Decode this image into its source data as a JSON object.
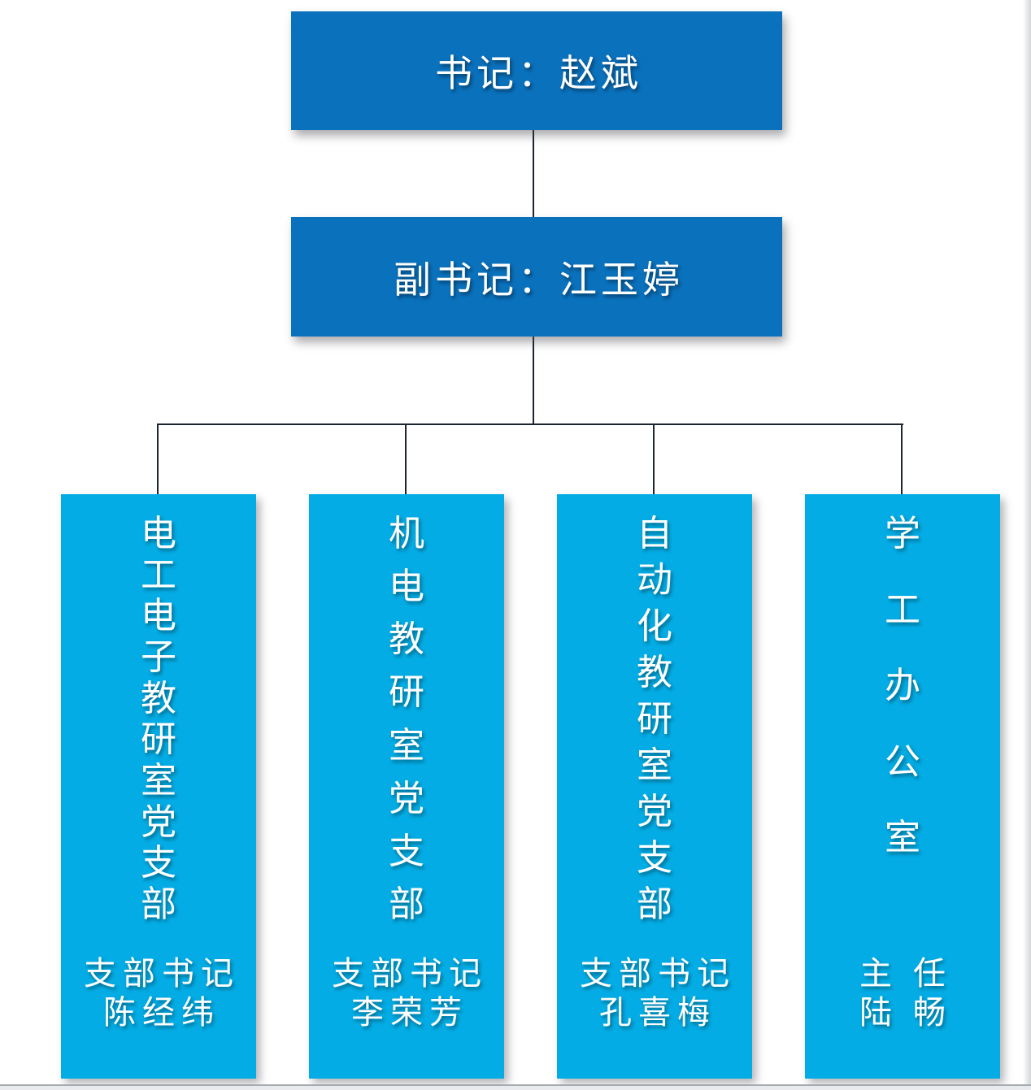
{
  "colors": {
    "primary_dark_blue": "#0a71bc",
    "primary_light_blue": "#03ace4",
    "connector_line": "#1c2531",
    "text": "#ffffff"
  },
  "org_chart": {
    "type": "org-tree",
    "root": {
      "label": "书记：赵斌"
    },
    "deputy": {
      "label": "副书记：江玉婷"
    },
    "branches": [
      {
        "title": "电工电子教研室党支部",
        "leader_role": "支部书记",
        "leader_name": "陈经纬"
      },
      {
        "title": "机电教研室党支部",
        "leader_role": "支部书记",
        "leader_name": "李荣芳"
      },
      {
        "title": "自动化教研室党支部",
        "leader_role": "支部书记",
        "leader_name": "孔喜梅"
      },
      {
        "title": "学工办公室",
        "leader_role": "主任",
        "leader_name": "陆畅"
      }
    ]
  }
}
